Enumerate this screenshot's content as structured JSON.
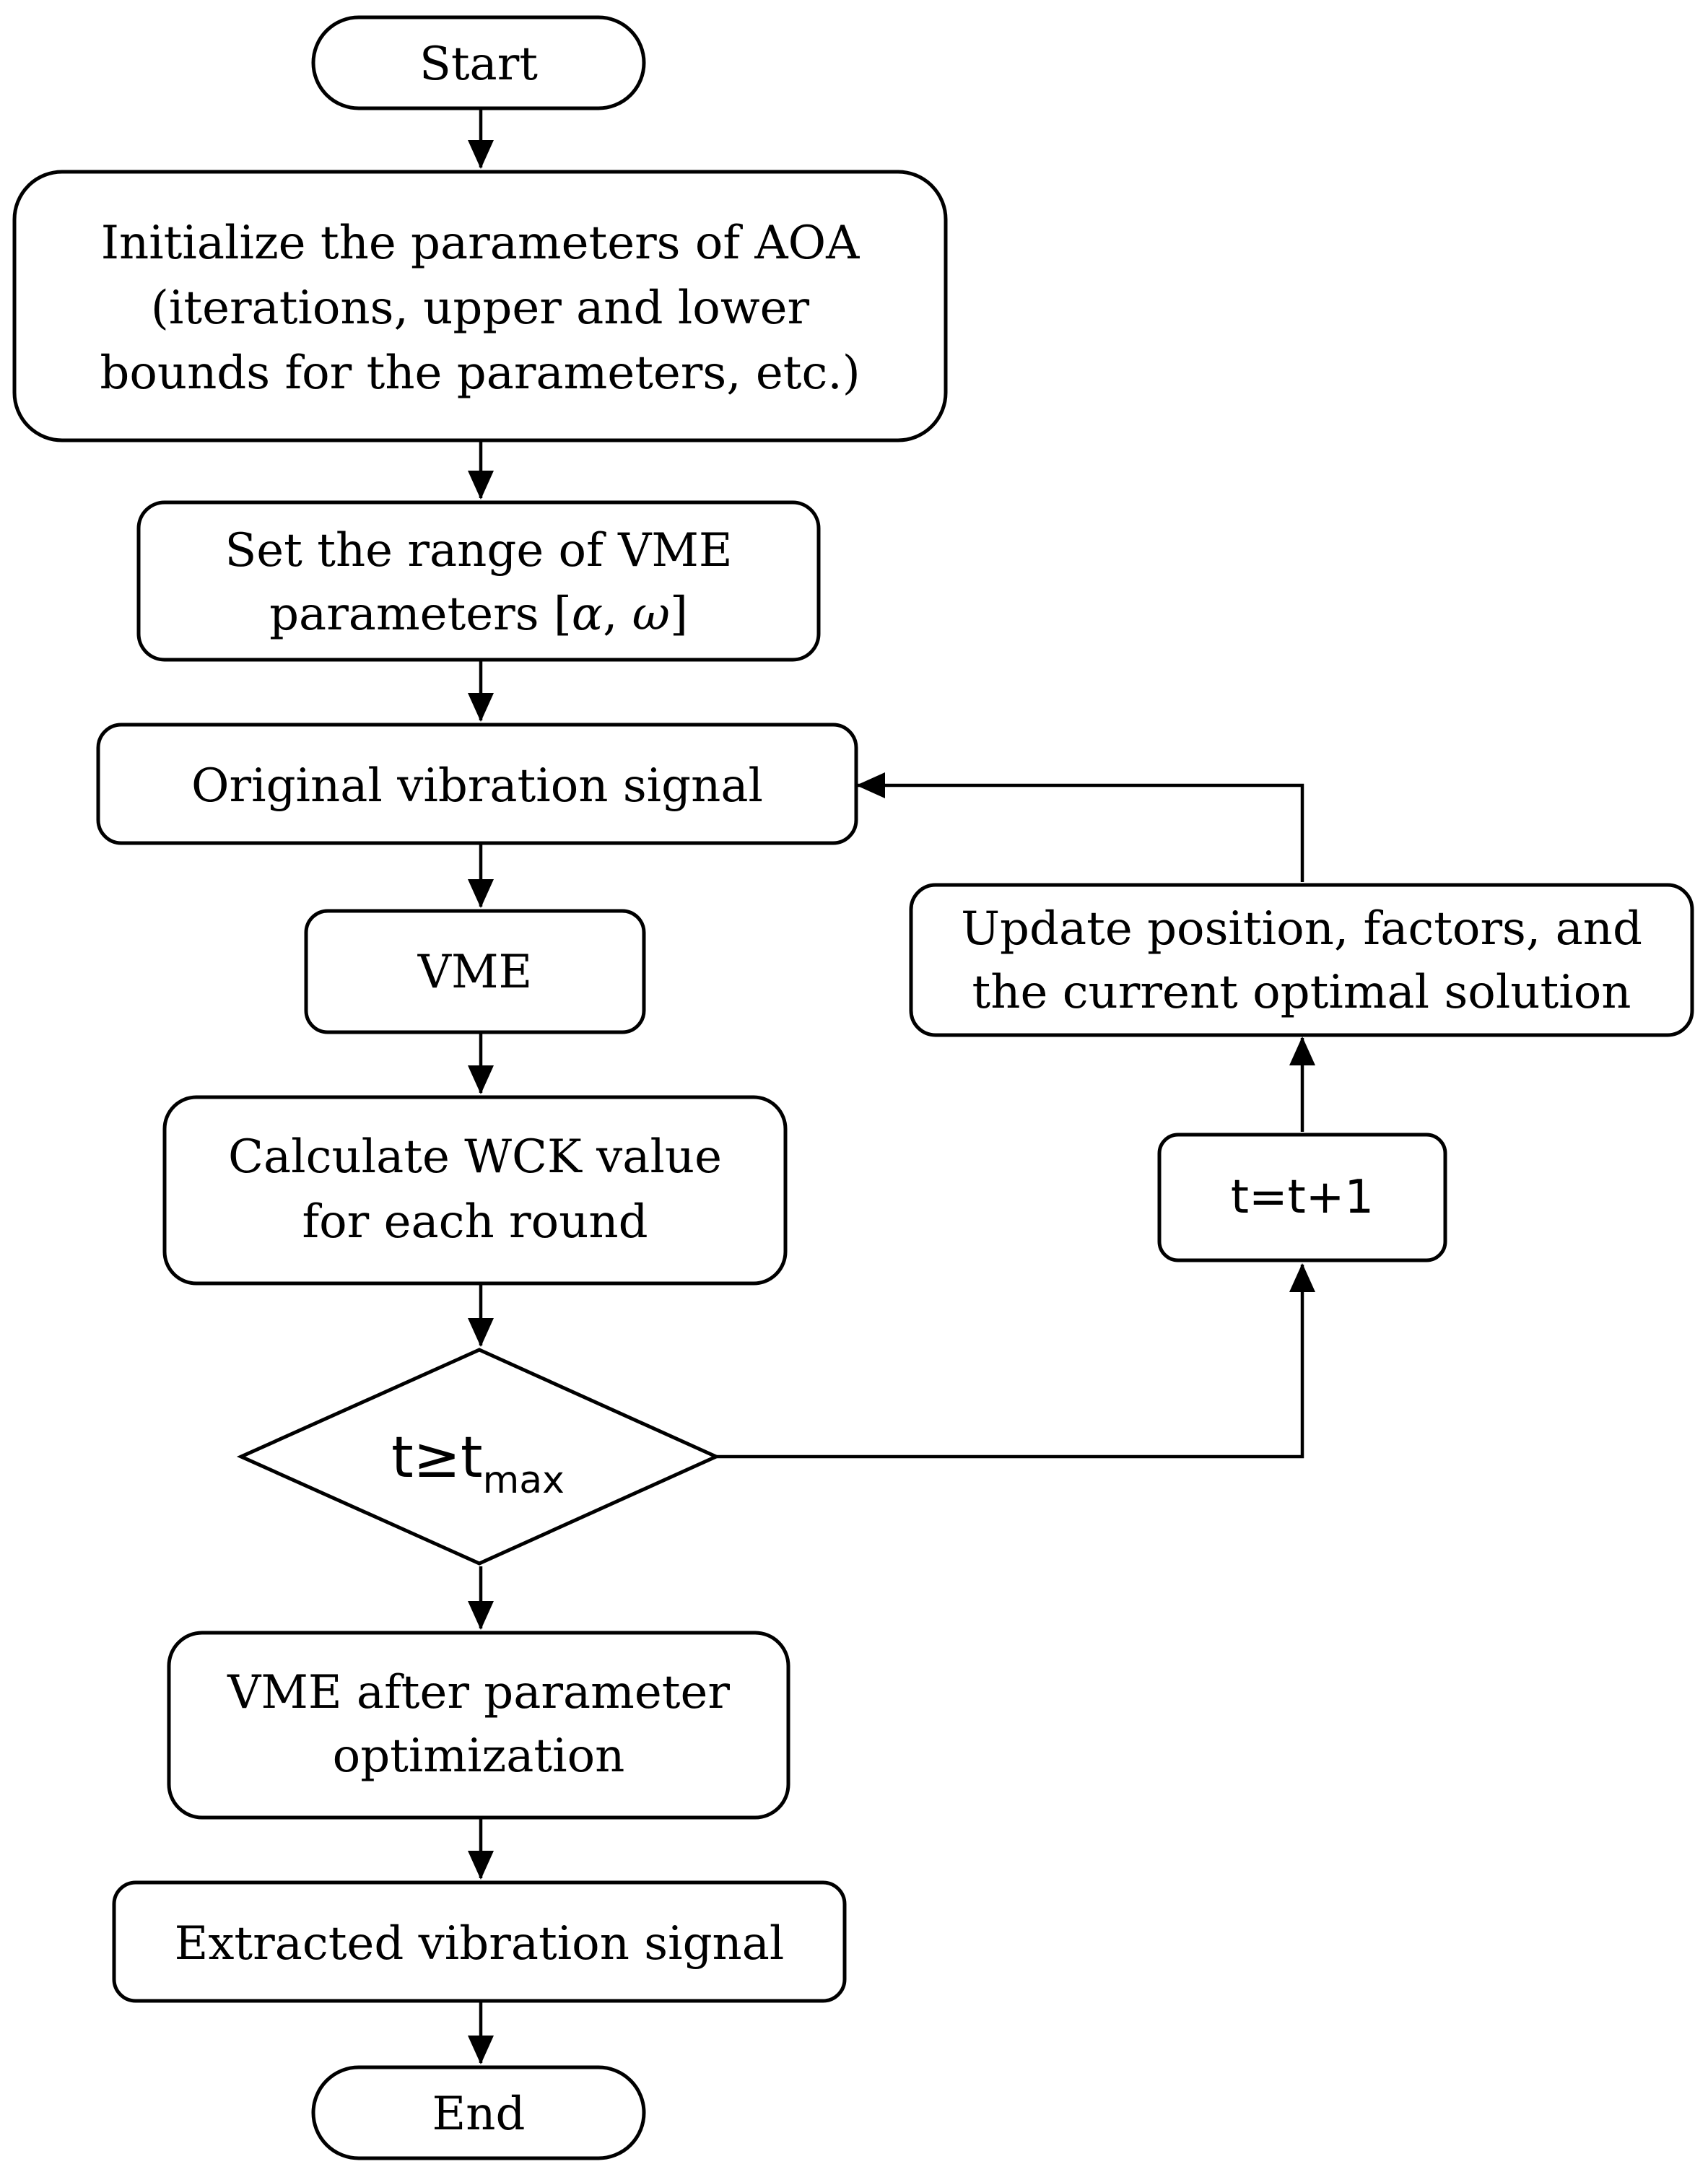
{
  "nodes": {
    "start": {
      "label": "Start"
    },
    "init": {
      "lines": [
        "Initialize the parameters of AOA",
        "(iterations, upper and lower",
        "bounds for the parameters, etc.)"
      ]
    },
    "range": {
      "lines": [
        "Set the range of VME",
        "parameters [",
        "α",
        ", ",
        "ω",
        "]"
      ]
    },
    "original": {
      "label": "Original vibration signal"
    },
    "vme": {
      "label": "VME"
    },
    "wck": {
      "lines": [
        "Calculate WCK value",
        "for each round"
      ]
    },
    "decision": {
      "base": "t≥t",
      "sub": "max"
    },
    "vme_opt": {
      "lines": [
        "VME after parameter",
        "optimization"
      ]
    },
    "extracted": {
      "label": "Extracted vibration signal"
    },
    "end": {
      "label": "End"
    },
    "increment": {
      "label": "t=t+1"
    },
    "update": {
      "lines": [
        "Update position, factors, and",
        "the current optimal solution"
      ]
    }
  }
}
